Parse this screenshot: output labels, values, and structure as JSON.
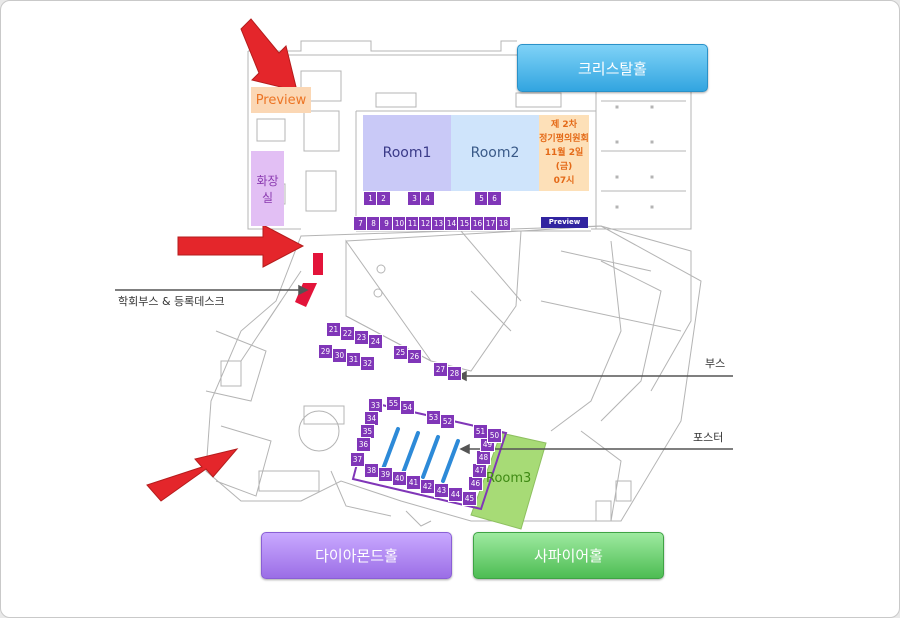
{
  "halls": {
    "crystal": "크리스탈홀",
    "diamond": "다이아몬드홀",
    "sapphire": "사파이어홀"
  },
  "rooms": {
    "room1": "Room1",
    "room2": "Room2",
    "room3": "Room3",
    "preview": "Preview",
    "toilet": "화장실",
    "meeting_lines": [
      "제 2차",
      "정기평의원회",
      "11월 2일(금)",
      "07시"
    ],
    "preview_tag": "Preview"
  },
  "callouts": {
    "registration_desk": "학회부스 & 등록데스크",
    "booth": "부스",
    "poster": "포스터"
  },
  "booths": [
    "1",
    "2",
    "3",
    "4",
    "5",
    "6",
    "7",
    "8",
    "9",
    "10",
    "11",
    "12",
    "13",
    "14",
    "15",
    "16",
    "17",
    "18",
    "21",
    "22",
    "23",
    "24",
    "25",
    "26",
    "27",
    "28",
    "29",
    "30",
    "31",
    "32",
    "33",
    "34",
    "35",
    "36",
    "37",
    "38",
    "39",
    "40",
    "41",
    "42",
    "43",
    "44",
    "45",
    "46",
    "47",
    "48",
    "49",
    "50",
    "51",
    "52",
    "53",
    "54",
    "55"
  ],
  "colors": {
    "room1": "#c9c9f7",
    "room2": "#cfe4fb",
    "meeting": "#fde0b8",
    "preview": "#fbd7b4",
    "toilet": "#e2bff4",
    "room3": "#a7db76",
    "booth": "#8036b8",
    "arrow": "#e4262b",
    "poster": "#2d8ad8",
    "crystal": "#32a5e0",
    "diamond": "#9b6ee6",
    "sapphire": "#4dbd53"
  }
}
